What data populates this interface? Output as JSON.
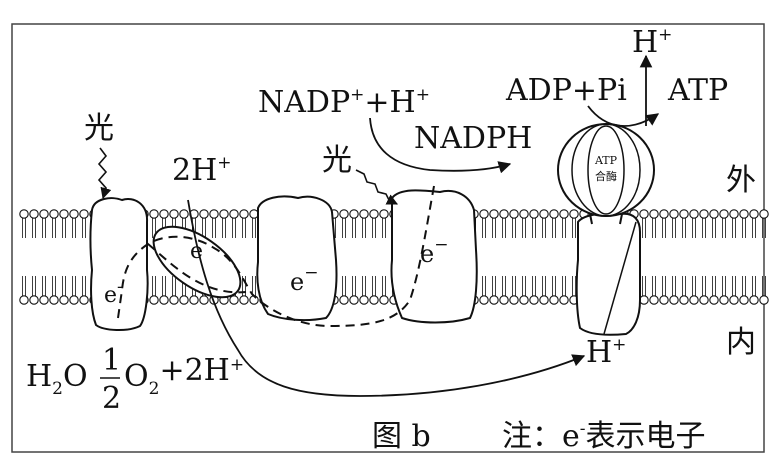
{
  "labels": {
    "light_left": "光",
    "light_right": "光",
    "h_plus_2_top": "2H",
    "h_plus_2_top_sup": "+",
    "nadp_text": "NADP",
    "nadp_sup": "+",
    "nadp_plus": "+H",
    "nadp_plus_sup": "+",
    "nadph": "NADPH",
    "h_plus_top": "H",
    "h_plus_top_sup": "+",
    "adp_pi": "ADP+Pi",
    "atp": "ATP",
    "atp_synthase_line1": "ATP",
    "atp_synthase_line2": "合酶",
    "outside": "外",
    "inside": "内",
    "e_psii": "e",
    "e_psii_sup": "-",
    "e_plastoquinone": "e",
    "e_cytochrome": "e",
    "e_cytochrome_sup": "−",
    "e_psi": "e",
    "e_psi_sup": "−",
    "water_h": "H",
    "water_sub": "2",
    "water_o": "O",
    "frac_num": "1",
    "frac_den": "2",
    "oxygen_o": "O",
    "oxygen_sub": "2",
    "oxygen_plus": "+2H",
    "oxygen_plus_sup": "+",
    "h_plus_lumen": "H",
    "h_plus_lumen_sup": "+",
    "caption": "图 b",
    "note": "注：e",
    "note_sup": "-",
    "note_rest": "表示电子"
  }
}
